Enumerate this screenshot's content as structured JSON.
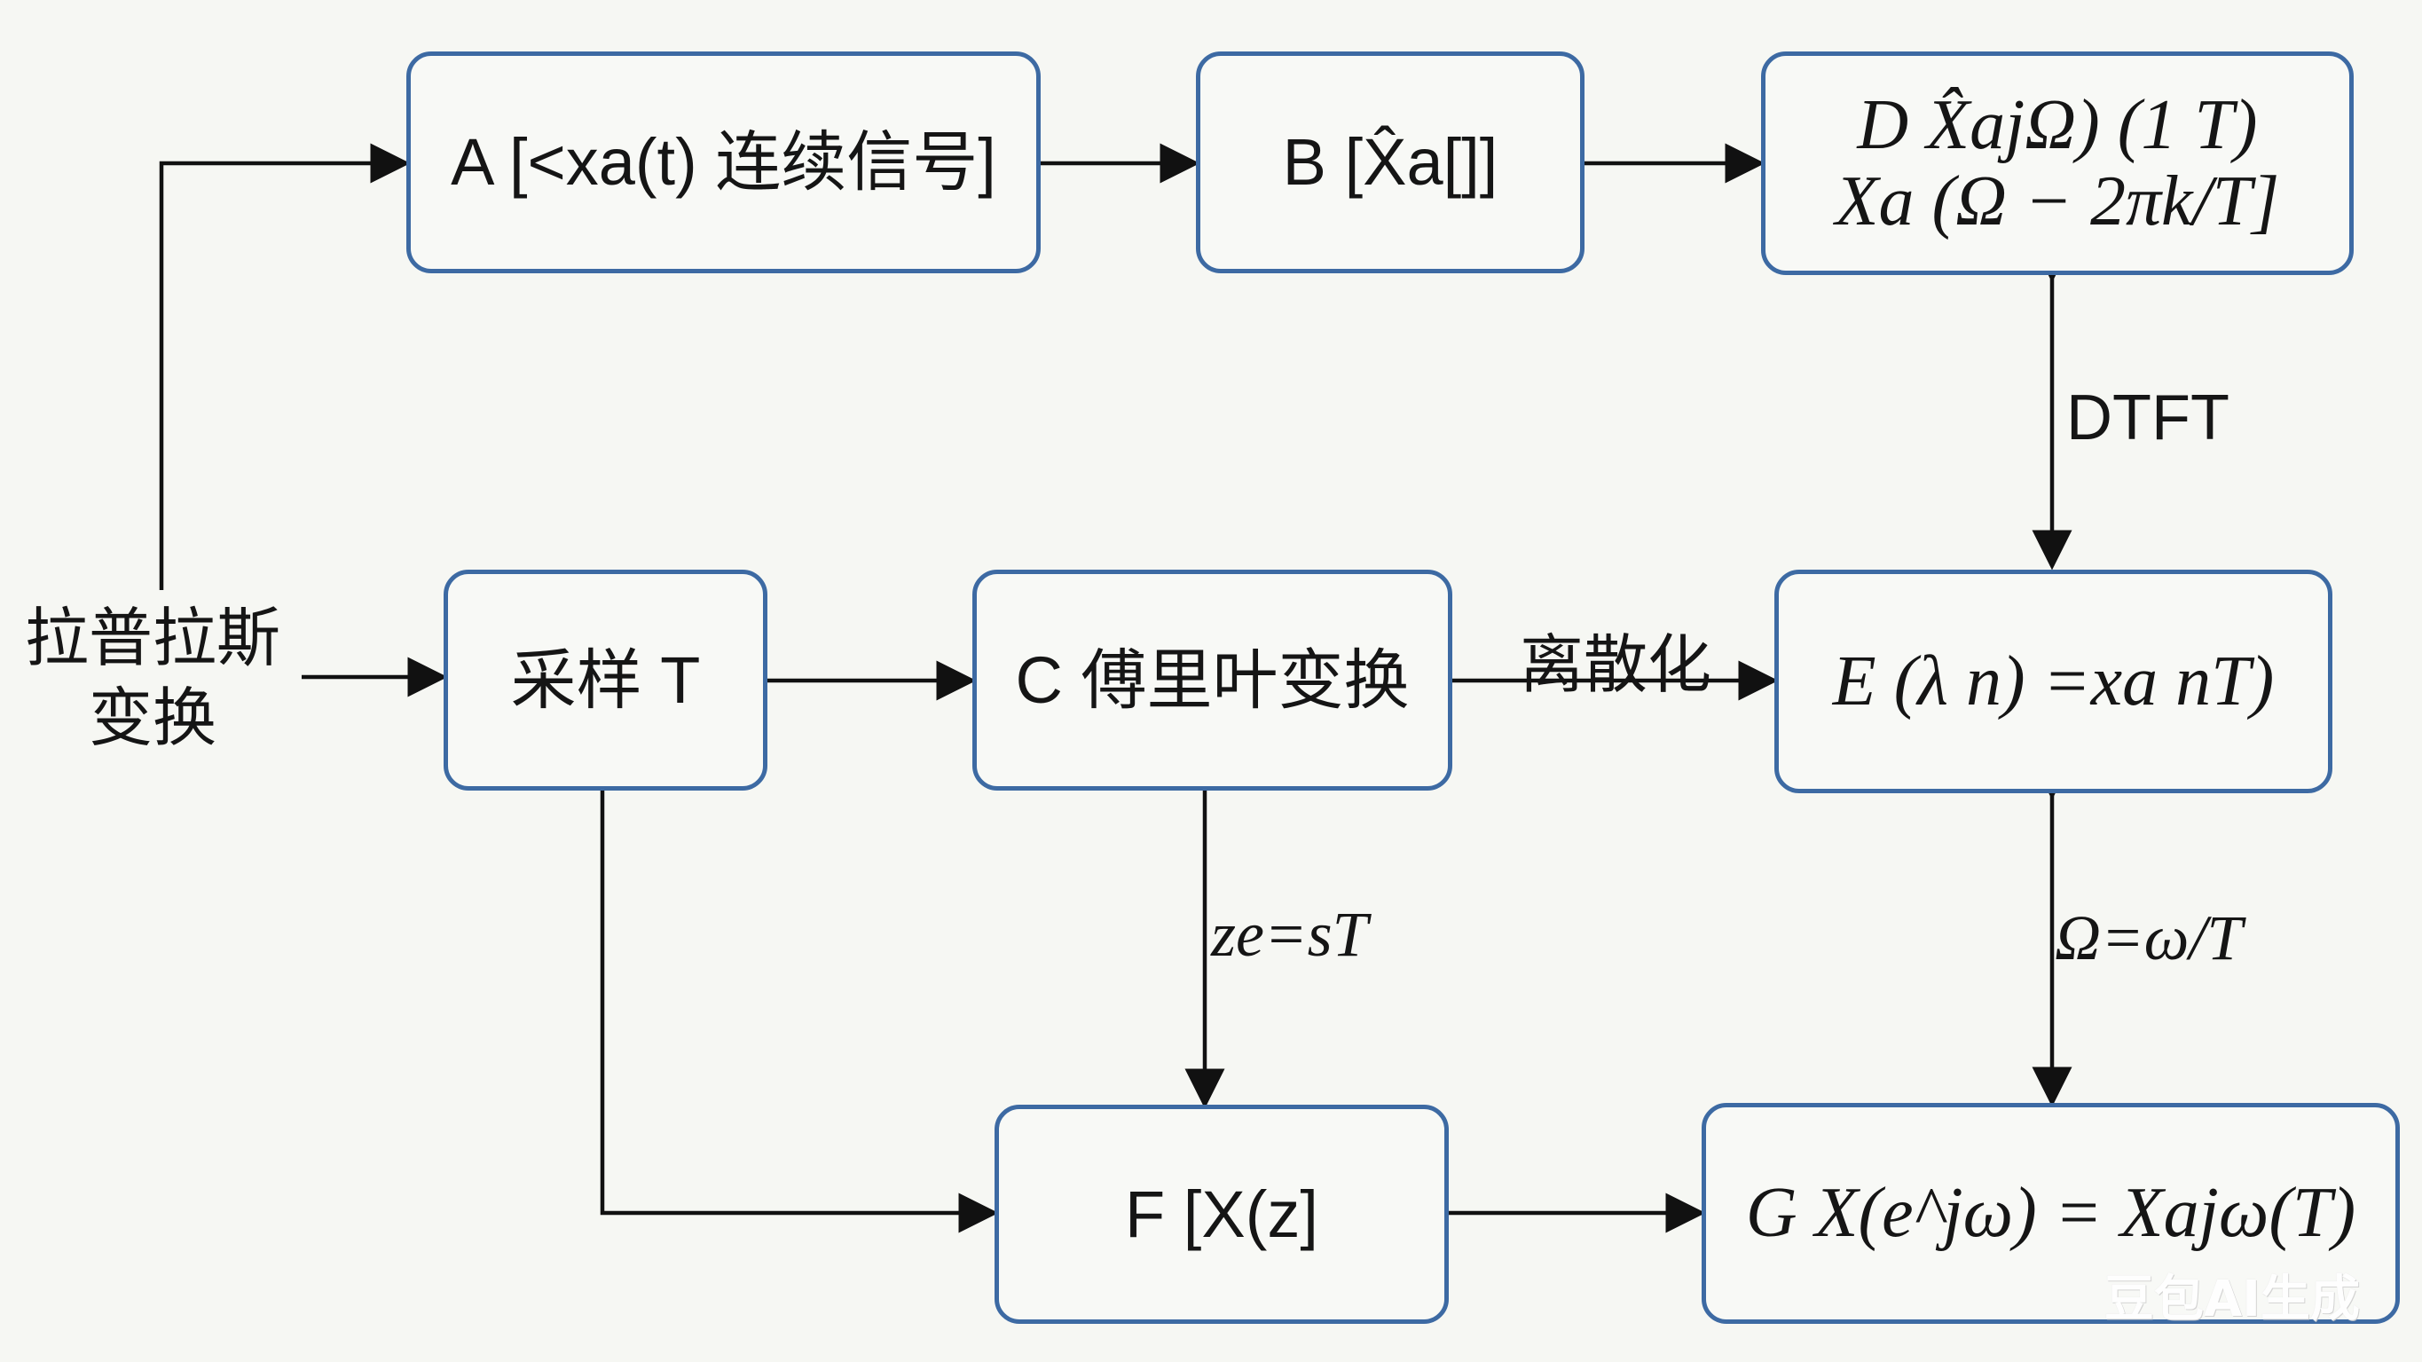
{
  "diagram": {
    "left_label": [
      "拉普拉斯",
      "变换"
    ],
    "nodes": {
      "A": "A [<xa(t) 连续信号]",
      "B": "B [X̂a[]]",
      "C": "C 傅里叶变换",
      "D": [
        "D X̂ajΩ) (1 T)",
        "Xa (Ω − 2πk/T]"
      ],
      "E": "E (λ n) =xa nT)",
      "F": "F [X(z]",
      "G": "G X(e^jω) = Xajω(T)",
      "sample": "采样 T"
    },
    "edge_labels": {
      "dtft": "DTFT",
      "discretize": "离散化",
      "z_transform": "ze=sT",
      "omega_relation": "Ω=ω/T"
    },
    "watermark": "豆包AI生成"
  }
}
